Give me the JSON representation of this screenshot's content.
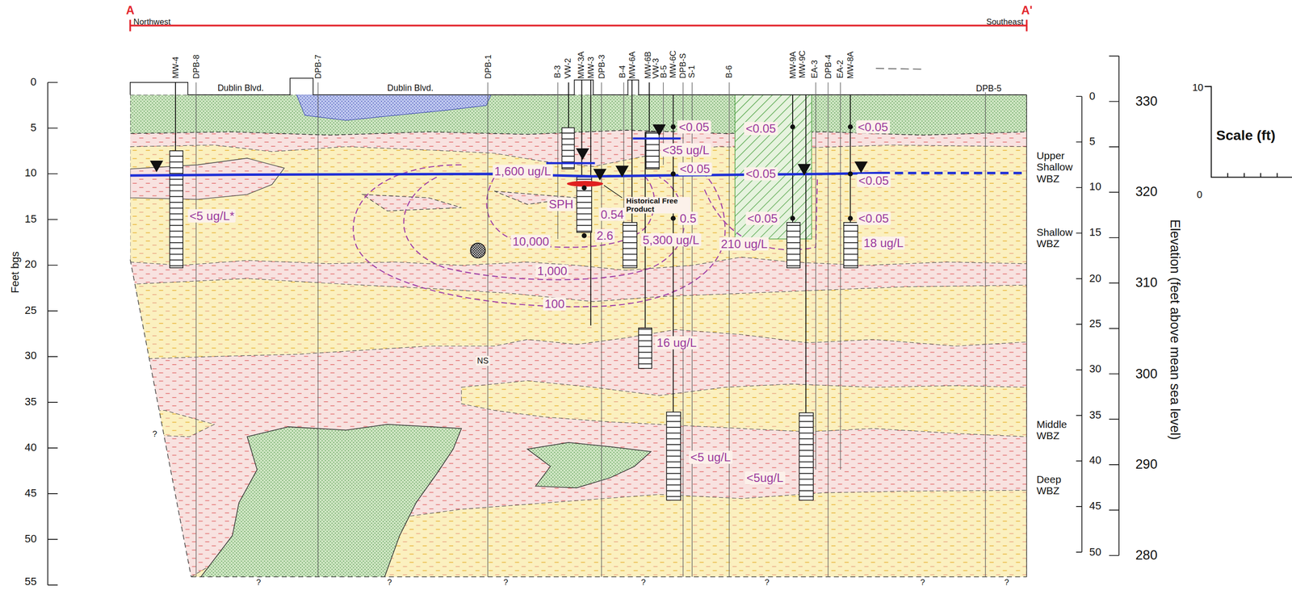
{
  "diagram": {
    "labels": [
      "A",
      "A'",
      "Northwest",
      "Southeast",
      "MW-4",
      "DPB-8",
      "Dublin Blvd.",
      "DPB-7",
      "Dublin Blvd.",
      "DPB-1",
      "B-3",
      "VW-2",
      "MW-3A",
      "MW-3",
      "DPB-3",
      "B-4",
      "MW-6A",
      "MW-6B",
      "VW-3",
      "B-5",
      "MW-6C",
      "DPB-S",
      "S-1",
      "B-6",
      "MW-9A",
      "MW-9C",
      "EA-3",
      "DPB-4",
      "EA-2",
      "MW-8A",
      "DPB-5",
      "0",
      "5",
      "10",
      "15",
      "20",
      "25",
      "30",
      "35",
      "40",
      "45",
      "50",
      "55",
      "Feet bgs",
      "0",
      "5",
      "10",
      "15",
      "20",
      "25",
      "30",
      "35",
      "40",
      "45",
      "50",
      "330",
      "320",
      "310",
      "300",
      "290",
      "280",
      "Elevation (feet above mean sea level)",
      "Upper Shallow WBZ",
      "Shallow WBZ",
      "Middle WBZ",
      "Deep WBZ",
      "10",
      "0",
      "Scale (ft)",
      "<5 ug/L*",
      "1,600 ug/L",
      "SPH",
      "0.54",
      "Historical Free Product",
      "2.6",
      "10,000",
      "5,300 ug/L",
      "1,000",
      "100",
      "<0.05",
      "<0.05",
      "<35 ug/L",
      "<0.05",
      "<0.05",
      "<0.05",
      "<0.05",
      "0.5",
      "<0.05",
      "210 ug/L",
      "<0.05",
      "18 ug/L",
      "16 ug/L",
      "NS",
      "<5 ug/L",
      "<5ug/L",
      "?",
      "?",
      "?",
      "?",
      "?",
      "?",
      "?",
      "?"
    ]
  }
}
